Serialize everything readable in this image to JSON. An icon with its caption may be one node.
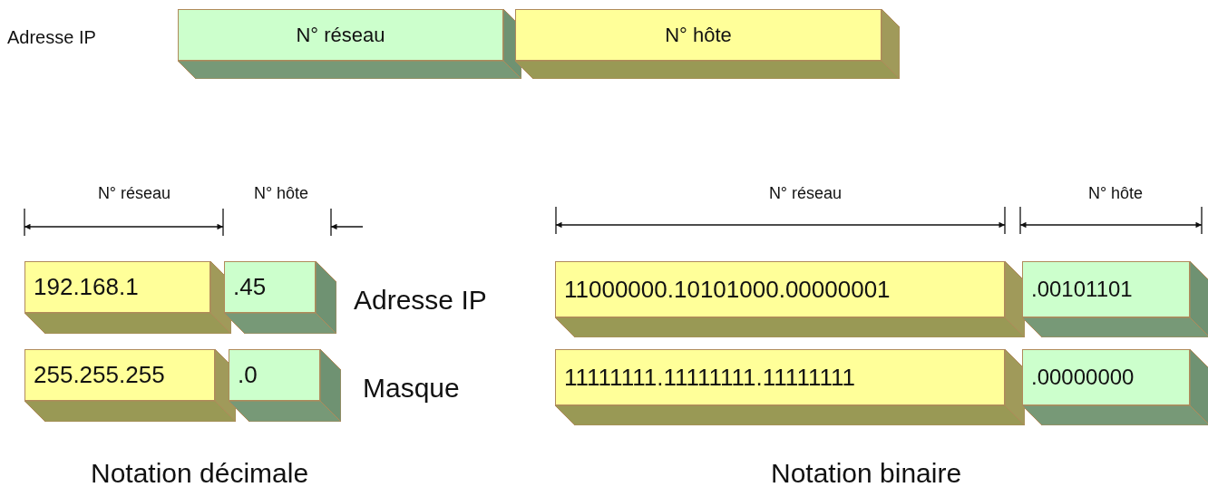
{
  "diagram": {
    "nodes": [
      {
        "text": [
          "N° réseau"
        ]
      },
      {
        "text": [
          "N° hôte"
        ]
      },
      {
        "text": [
          "192.168.1"
        ]
      },
      {
        "text": [
          ".45"
        ]
      },
      {
        "text": [
          "255.255.255"
        ]
      },
      {
        "text": [
          ".0"
        ]
      },
      {
        "text": [
          "11000000.10101000.00000001"
        ]
      },
      {
        "text": [
          ".00101101"
        ]
      },
      {
        "text": [
          "11111111.11111111.11111111"
        ]
      },
      {
        "text": [
          ".00000000"
        ]
      }
    ],
    "labels": [
      "Adresse IP",
      "N° réseau",
      "N° hôte",
      "N° réseau",
      "N° hôte",
      "Adresse IP",
      "Masque",
      "Notation décimale",
      "Notation binaire"
    ]
  }
}
